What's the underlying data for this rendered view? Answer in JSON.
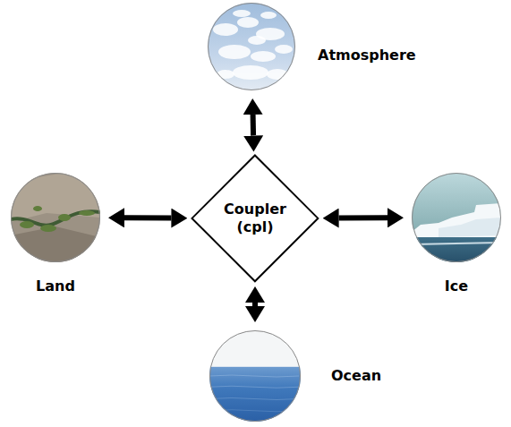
{
  "diagram": {
    "nodes": [
      {
        "text": [
          "Atmosphere"
        ]
      },
      {
        "text": [
          "Land"
        ]
      },
      {
        "text": [
          "Coupler (cpl)"
        ]
      },
      {
        "text": [
          "Ice"
        ]
      },
      {
        "text": [
          "Ocean"
        ]
      }
    ],
    "edges": [
      {
        "from": 2,
        "to": 0,
        "arrow": "both"
      },
      {
        "from": 2,
        "to": 1,
        "arrow": "both"
      },
      {
        "from": 2,
        "to": 3,
        "arrow": "both"
      },
      {
        "from": 2,
        "to": 4,
        "arrow": "both"
      }
    ]
  }
}
